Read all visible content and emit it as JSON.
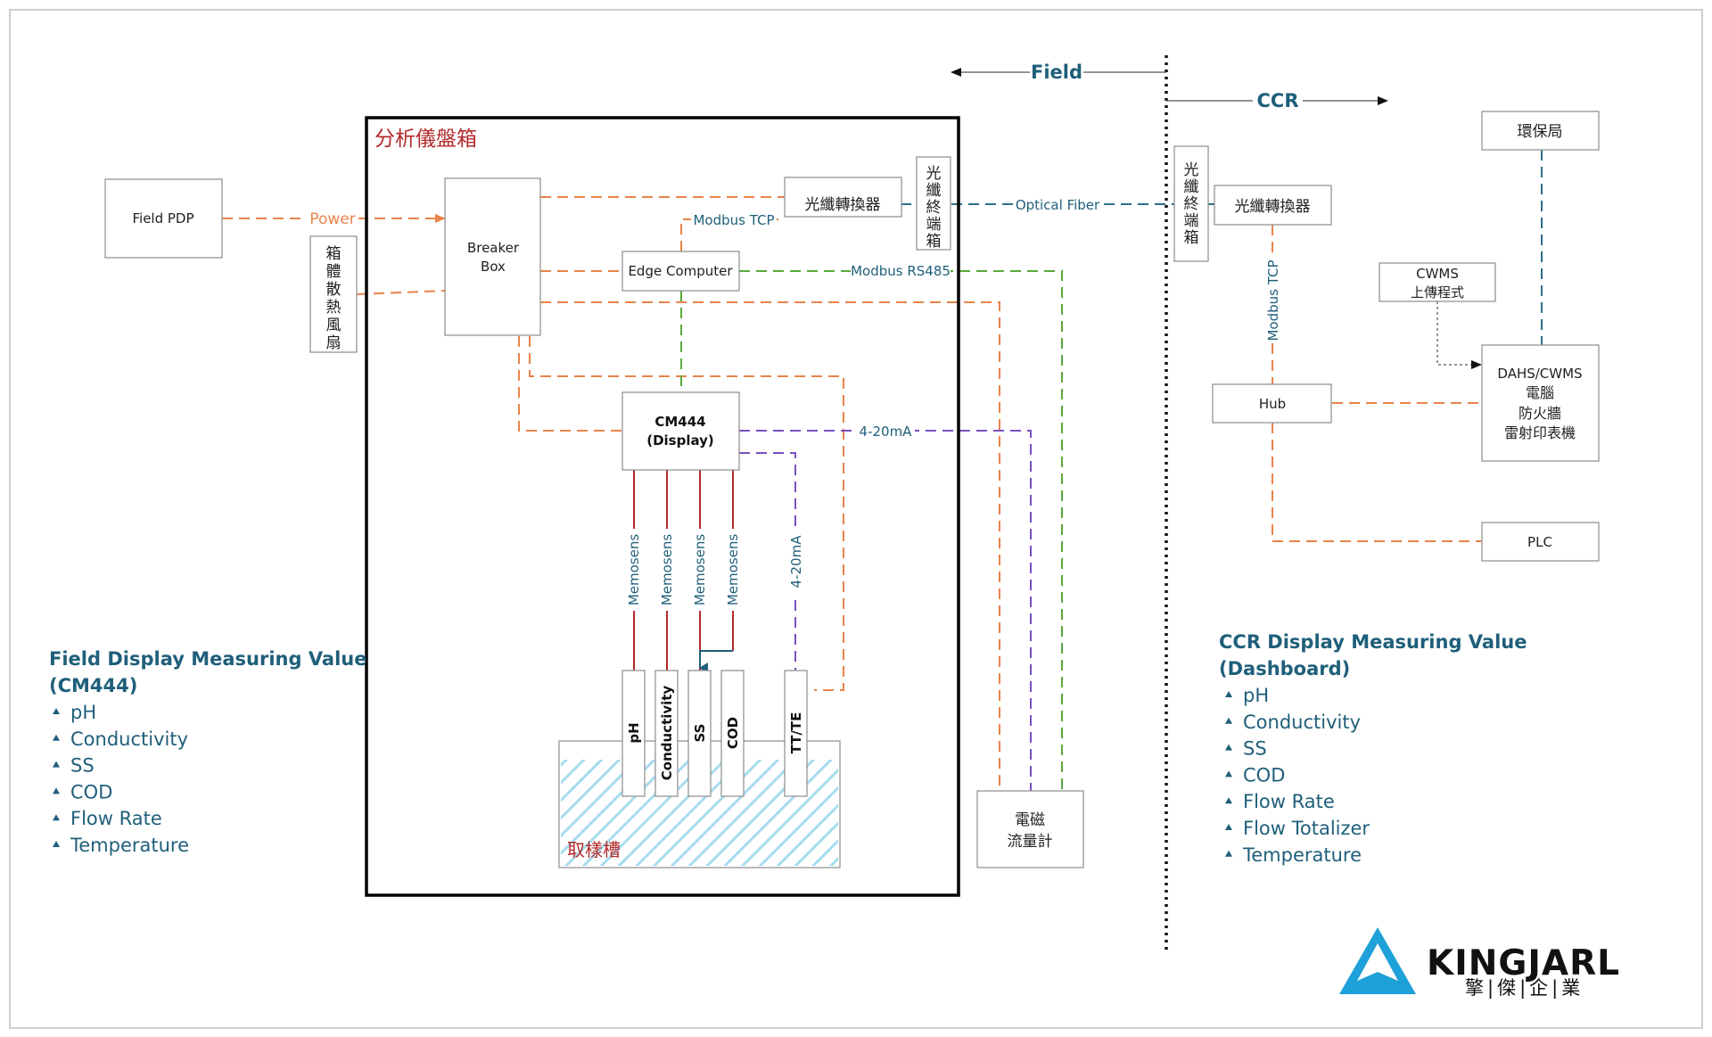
{
  "labels": {
    "field": "Field",
    "ccr": "CCR",
    "cabinet": "分析儀盤箱",
    "field_pdp": "Field PDP",
    "power": "Power",
    "fan_vertical": "箱體散熱風扇",
    "breaker_line1": "Breaker",
    "breaker_line2": "Box",
    "fiber_converter_left": "光纖轉換器",
    "fiber_terminal_left_vertical": "光纖終端箱",
    "optical_fiber": "Optical Fiber",
    "modbus_tcp_field": "Modbus TCP",
    "edge_computer": "Edge Computer",
    "modbus_rs485": "Modbus RS485",
    "cm444_line1": "CM444",
    "cm444_line2": "(Display)",
    "four_20ma_horizontal": "4-20mA",
    "four_20ma_vertical": "4-20mA",
    "memosens": "Memosens",
    "sensor_ph": "pH",
    "sensor_cond": "Conductivity",
    "sensor_ss": "SS",
    "sensor_cod": "COD",
    "sensor_ttte": "TT/TE",
    "sampling_tank": "取樣槽",
    "flowmeter_line1": "電磁",
    "flowmeter_line2": "流量計",
    "fiber_terminal_right_vertical": "光纖終端箱",
    "fiber_converter_right": "光纖轉換器",
    "modbus_tcp_ccr": "Modbus TCP",
    "epa": "環保局",
    "cwms_line1": "CWMS",
    "cwms_line2": "上傳程式",
    "dahs_line1": "DAHS/CWMS",
    "dahs_line2": "電腦",
    "dahs_line3": "防火牆",
    "dahs_line4": "雷射印表機",
    "hub": "Hub",
    "plc": "PLC"
  },
  "field_list": {
    "title_line1": "Field Display Measuring Value",
    "title_line2": "(CM444)",
    "items": [
      "pH",
      "Conductivity",
      "SS",
      "COD",
      "Flow Rate",
      "Temperature"
    ]
  },
  "ccr_list": {
    "title_line1": "CCR Display Measuring Value",
    "title_line2": "(Dashboard)",
    "items": [
      "pH",
      "Conductivity",
      "SS",
      "COD",
      "Flow Rate",
      "Flow Totalizer",
      "Temperature"
    ]
  },
  "logo": {
    "name": "KINGJARL",
    "subtitle": "擎|傑|企|業"
  },
  "colors": {
    "power_line": "#e8834a",
    "rs485_line": "#5aaa3c",
    "analog_line": "#7a4fc0",
    "fiber_line": "#2b6f8a",
    "memosens_line": "#b22a2a",
    "title_red": "#b22a2a",
    "text_blue": "#1f5f7a",
    "logo_blue": "#1ea0d8"
  }
}
